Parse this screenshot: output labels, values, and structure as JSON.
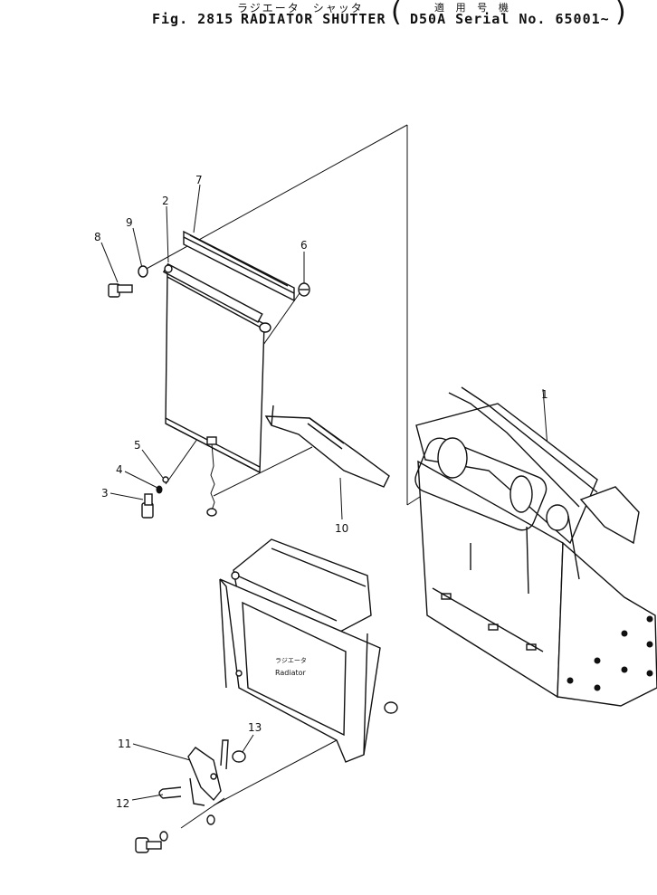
{
  "header": {
    "jp_title": "ラジエータ　シャッタ",
    "jp_serial": "適 用 号 機",
    "figure_number": "Fig. 2815",
    "title": "RADIATOR SHUTTER",
    "serial": "D50A Serial No. 65001~",
    "paren_left": "(",
    "paren_right": ")"
  },
  "parts": [
    {
      "id": "part-1",
      "label": "1"
    },
    {
      "id": "part-2",
      "label": "2"
    },
    {
      "id": "part-3",
      "label": "3"
    },
    {
      "id": "part-4",
      "label": "4"
    },
    {
      "id": "part-5",
      "label": "5"
    },
    {
      "id": "part-6",
      "label": "6"
    },
    {
      "id": "part-7",
      "label": "7"
    },
    {
      "id": "part-8",
      "label": "8"
    },
    {
      "id": "part-9",
      "label": "9"
    },
    {
      "id": "part-10",
      "label": "10"
    },
    {
      "id": "part-11",
      "label": "11"
    },
    {
      "id": "part-12",
      "label": "12"
    },
    {
      "id": "part-13",
      "label": "13"
    }
  ],
  "radiator_label": {
    "jp": "ラジエータ",
    "en": "Radiator"
  }
}
